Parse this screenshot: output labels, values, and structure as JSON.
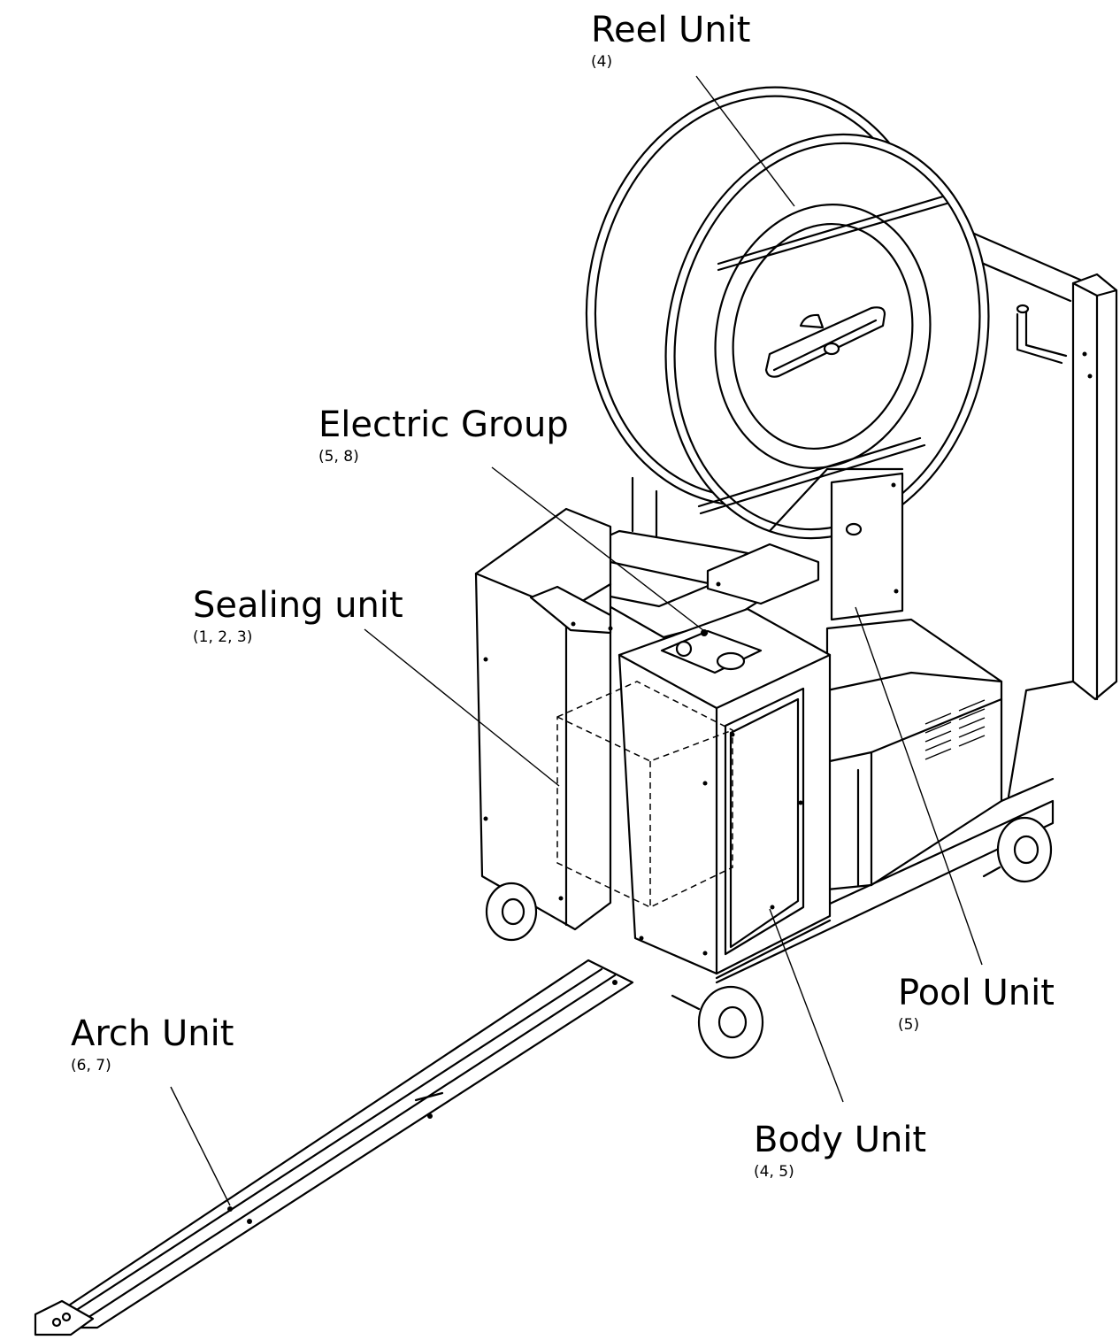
{
  "callouts": [
    {
      "id": "reel",
      "title": "Reel Unit",
      "ref": "(4)"
    },
    {
      "id": "electric",
      "title": "Electric Group",
      "ref": "(5, 8)"
    },
    {
      "id": "sealing",
      "title": "Sealing unit",
      "ref": "(1, 2, 3)"
    },
    {
      "id": "pool",
      "title": "Pool Unit",
      "ref": "(5)"
    },
    {
      "id": "arch",
      "title": "Arch Unit",
      "ref": "(6, 7)"
    },
    {
      "id": "body",
      "title": "Body Unit",
      "ref": "(4, 5)"
    }
  ]
}
